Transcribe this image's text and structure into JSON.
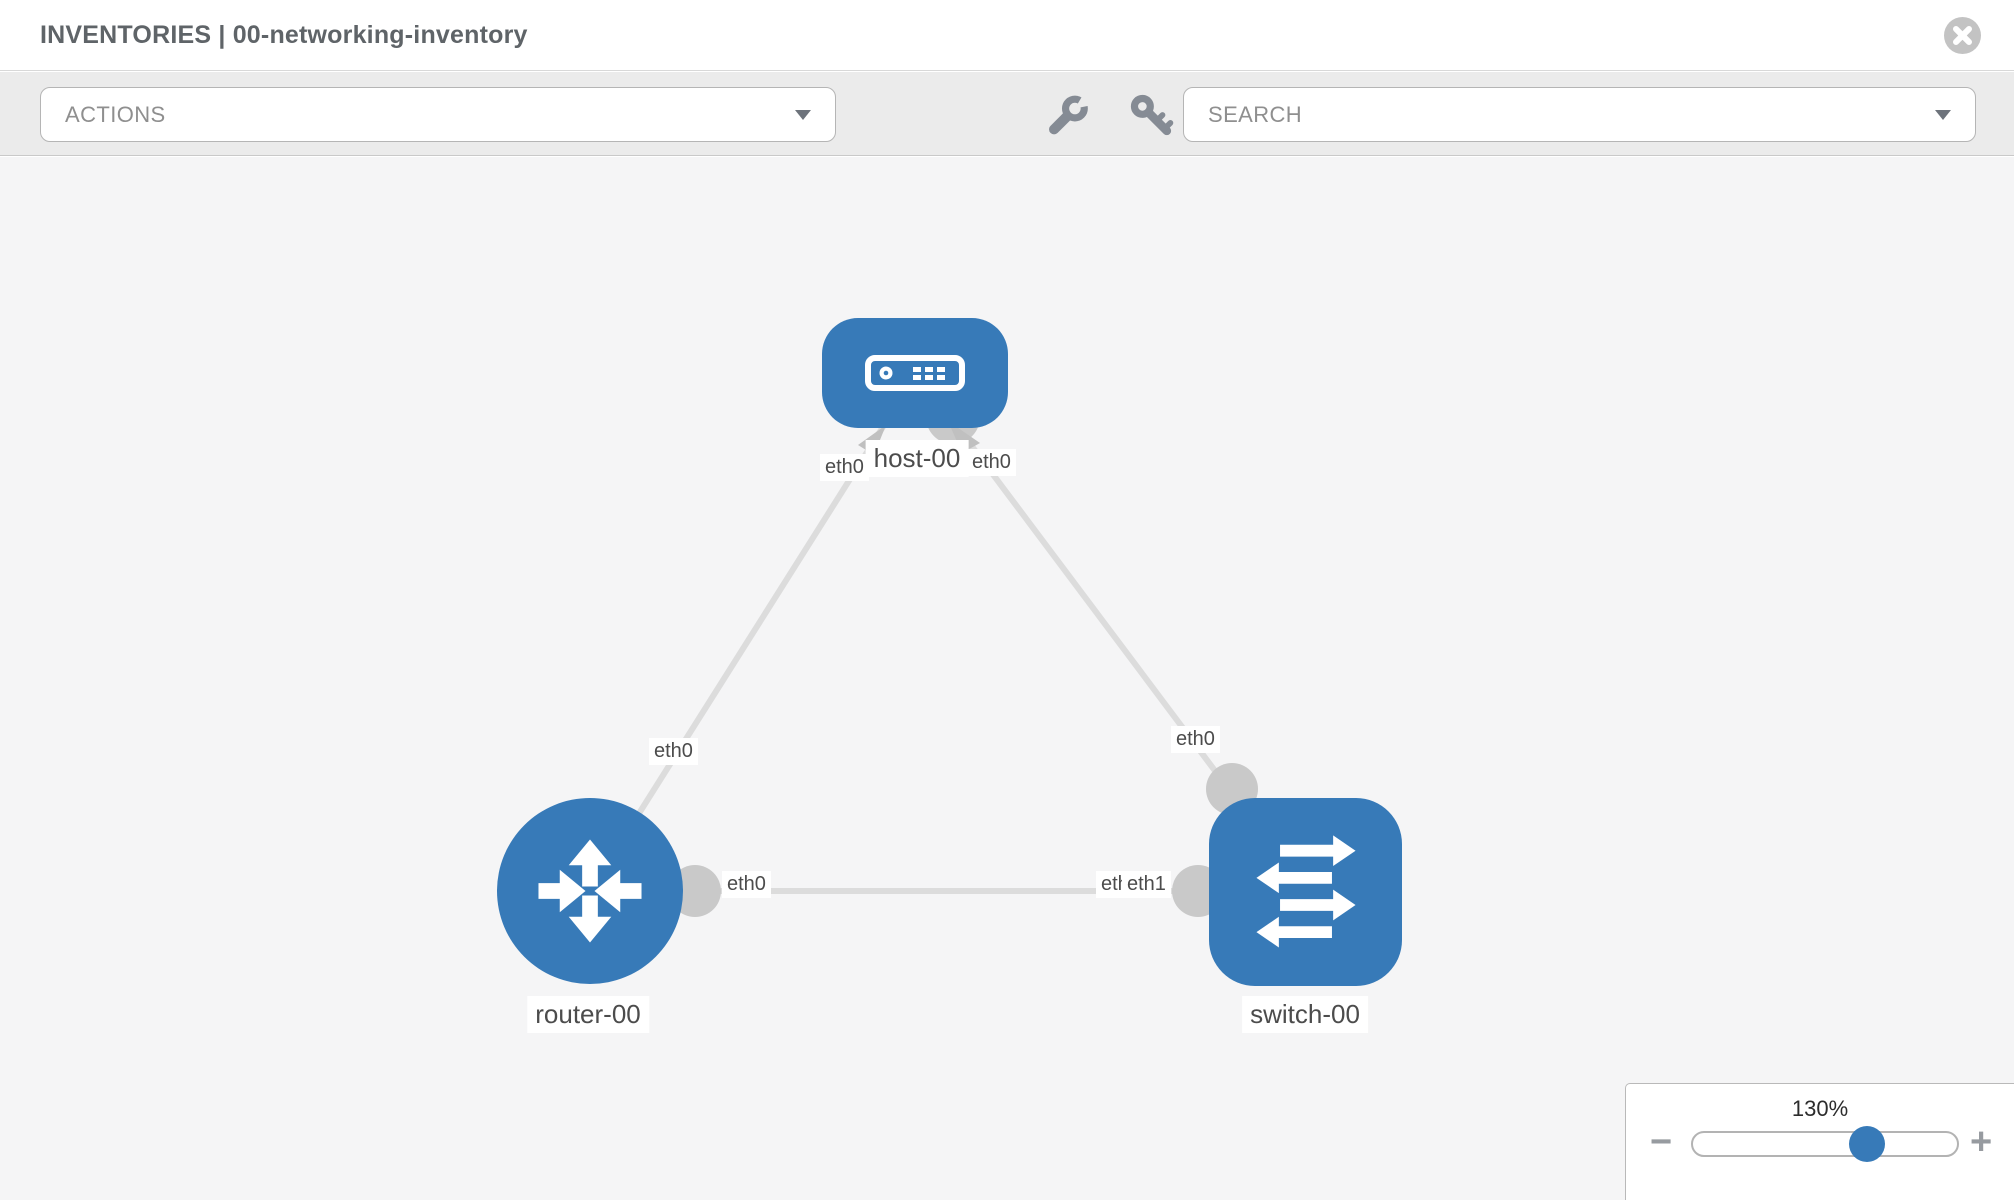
{
  "header": {
    "title": "INVENTORIES | 00-networking-inventory"
  },
  "toolbar": {
    "actions_label": "ACTIONS",
    "search_placeholder": "SEARCH",
    "icons": [
      "wrench-icon",
      "key-icon"
    ]
  },
  "topology": {
    "nodes": [
      {
        "label": "host-00",
        "type": "host",
        "icon": "host-icon"
      },
      {
        "label": "router-00",
        "type": "router",
        "icon": "router-icon"
      },
      {
        "label": "switch-00",
        "type": "switch",
        "icon": "switch-icon"
      }
    ],
    "links": [
      {
        "from": "host-00",
        "to": "router-00"
      },
      {
        "from": "host-00",
        "to": "switch-00"
      },
      {
        "from": "router-00",
        "to": "switch-00"
      }
    ],
    "iface_labels": [
      "eth0",
      "eth0",
      "eth0",
      "eth0",
      "eth0",
      "eth0",
      "eth1"
    ]
  },
  "zoom_control": {
    "level": "130%",
    "minus_label": "−",
    "plus_label": "+"
  },
  "colors": {
    "node_blue": "#377ab8",
    "canvas_bg": "#f5f5f6",
    "link_gray": "#dcdcdc",
    "port_gray": "#c9c9c9",
    "accent_text": "#5f6468"
  }
}
